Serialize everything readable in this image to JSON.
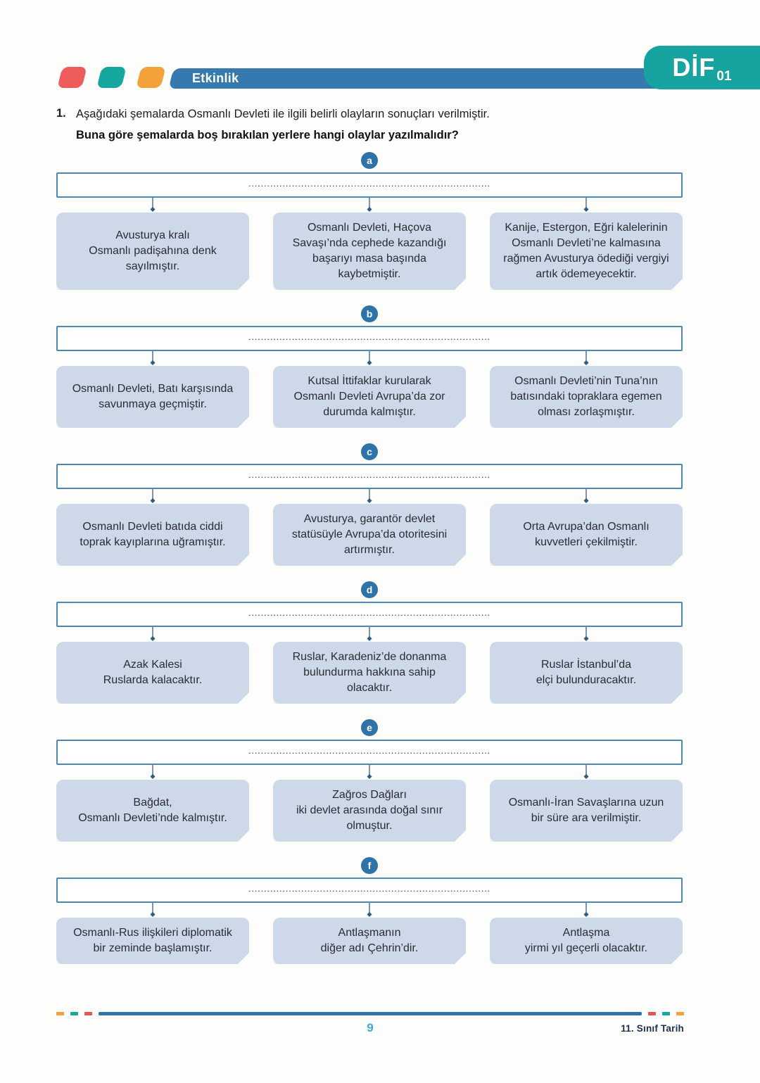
{
  "header": {
    "activity_label": "Etkinlik",
    "banner_color": "#3579ae",
    "dif_logo": {
      "text": "DİF",
      "number": "01",
      "background_color": "#17a3a0"
    },
    "decor_shape_colors": {
      "red": "#ed5b5b",
      "teal": "#16a89e",
      "orange": "#f2a13b"
    }
  },
  "question": {
    "number": "1.",
    "text": "Aşağıdaki şemalarda Osmanlı Devleti ile ilgili belirli olayların sonuçları verilmiştir.",
    "bold_text": "Buna göre şemalarda boş bırakılan yerlere hangi olaylar yazılmalıdır?"
  },
  "ui": {
    "blank_dots": "..............................................................................",
    "accent_blue": "#2e73a7",
    "result_box_fill": "#cdd9e8",
    "blank_box_border": "#4d87b3"
  },
  "diagrams": [
    {
      "label": "a",
      "results": [
        "Avusturya kralı\nOsmanlı padişahına denk\nsayılmıştır.",
        "Osmanlı Devleti, Haçova\nSavaşı’nda cephede kazandığı\nbaşarıyı masa başında\nkaybetmiştir.",
        "Kanije, Estergon, Eğri kalelerinin\nOsmanlı Devleti’ne kalmasına\nrağmen Avusturya ödediği vergiyi\nartık ödemeyecektir."
      ]
    },
    {
      "label": "b",
      "results": [
        "Osmanlı Devleti, Batı karşısında\nsavunmaya geçmiştir.",
        "Kutsal İttifaklar kurularak\nOsmanlı Devleti Avrupa’da zor\ndurumda kalmıştır.",
        "Osmanlı Devleti’nin Tuna’nın\nbatısındaki topraklara egemen\nolması zorlaşmıştır."
      ]
    },
    {
      "label": "c",
      "results": [
        "Osmanlı Devleti batıda ciddi\ntoprak kayıplarına uğramıştır.",
        "Avusturya, garantör devlet\nstatüsüyle Avrupa’da otoritesini\nartırmıştır.",
        "Orta Avrupa’dan Osmanlı\nkuvvetleri çekilmiştir."
      ]
    },
    {
      "label": "d",
      "results": [
        "Azak Kalesi\nRuslarda kalacaktır.",
        "Ruslar, Karadeniz’de donanma\nbulundurma hakkına sahip\nolacaktır.",
        "Ruslar İstanbul’da\nelçi bulunduracaktır."
      ]
    },
    {
      "label": "e",
      "results": [
        "Bağdat,\nOsmanlı Devleti’nde kalmıştır.",
        "Zağros Dağları\niki devlet arasında doğal sınır\nolmuştur.",
        "Osmanlı-İran Savaşlarına uzun\nbir süre ara verilmiştir."
      ]
    },
    {
      "label": "f",
      "results": [
        "Osmanlı-Rus ilişkileri diplomatik\nbir zeminde başlamıştır.",
        "Antlaşmanın\ndiğer adı Çehrin’dir.",
        "Antlaşma\nyirmi yıl geçerli olacaktır."
      ]
    }
  ],
  "footer": {
    "page_number": "9",
    "book_label": "11. Sınıf Tarih"
  }
}
